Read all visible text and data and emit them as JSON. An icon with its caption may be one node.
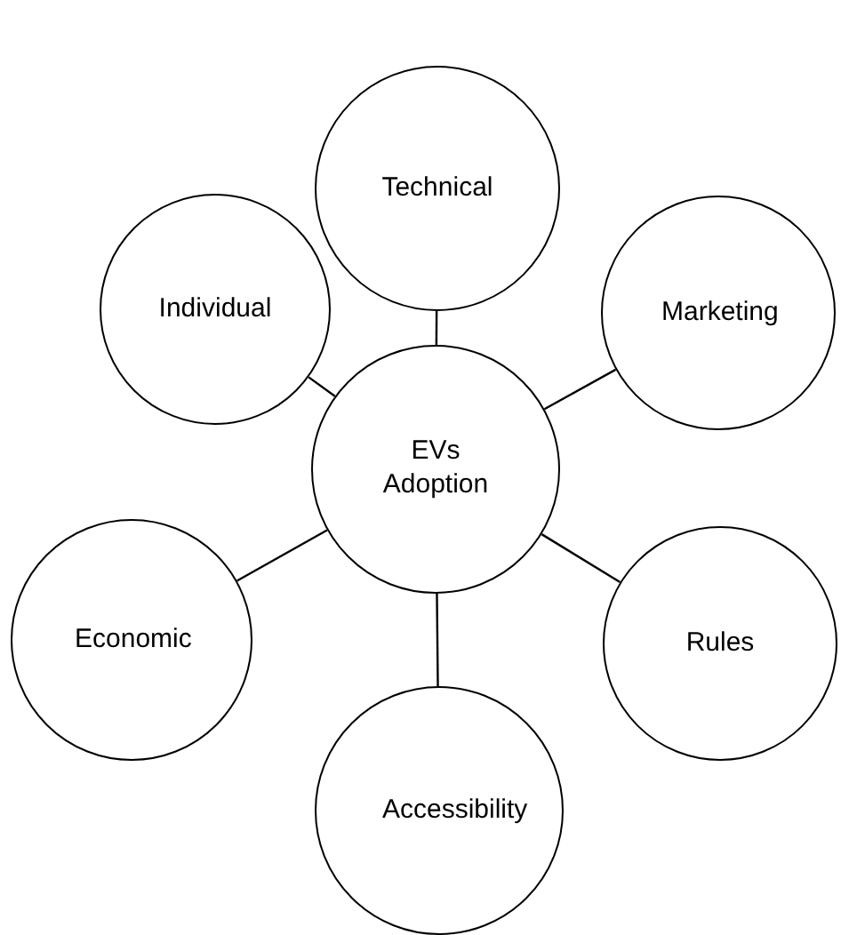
{
  "diagram": {
    "nodes": [
      {
        "text": [
          "Technical"
        ]
      },
      {
        "text": [
          "Individual"
        ]
      },
      {
        "text": [
          "Marketing"
        ]
      },
      {
        "text": [
          "EVs Adoption"
        ]
      },
      {
        "text": [
          "Economic"
        ]
      },
      {
        "text": [
          "Rules"
        ]
      },
      {
        "text": [
          "Accessibility"
        ]
      }
    ],
    "edges": [
      {
        "from": 3,
        "to": 0,
        "arrow": "none"
      },
      {
        "from": 3,
        "to": 1,
        "arrow": "none"
      },
      {
        "from": 3,
        "to": 2,
        "arrow": "none"
      },
      {
        "from": 3,
        "to": 4,
        "arrow": "none"
      },
      {
        "from": 3,
        "to": 5,
        "arrow": "none"
      },
      {
        "from": 3,
        "to": 6,
        "arrow": "none"
      }
    ]
  }
}
